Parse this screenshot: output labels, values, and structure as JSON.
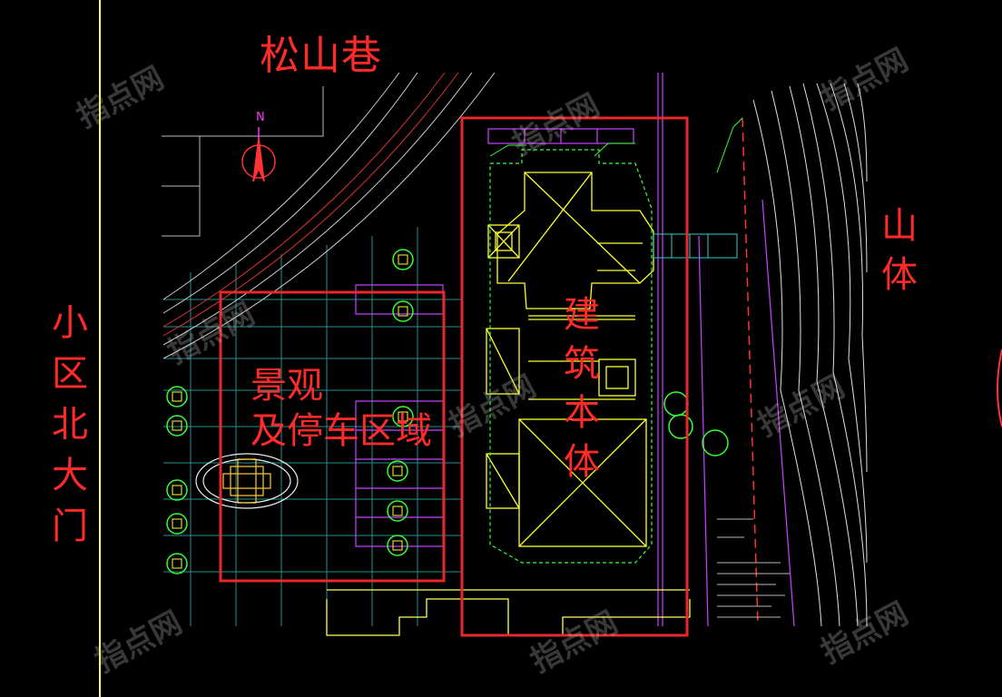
{
  "labels": {
    "north_street": "松山巷",
    "west_gate": "小区北大门",
    "east_mountain": "山体",
    "main_building": "建筑本体",
    "landscape_line1": "景观",
    "landscape_line2": "及停车区域",
    "north_arrow": "N"
  },
  "watermark": "指点网",
  "colors": {
    "label_red": "#ff2a2a",
    "frame_red": "#e8282a",
    "cad_green": "#33ff33",
    "cad_yellow": "#ffff33",
    "cad_cyan": "#33cccc",
    "cad_magenta": "#cc33ff",
    "cad_white": "#dddddd",
    "gate_line": "#ffff66"
  }
}
